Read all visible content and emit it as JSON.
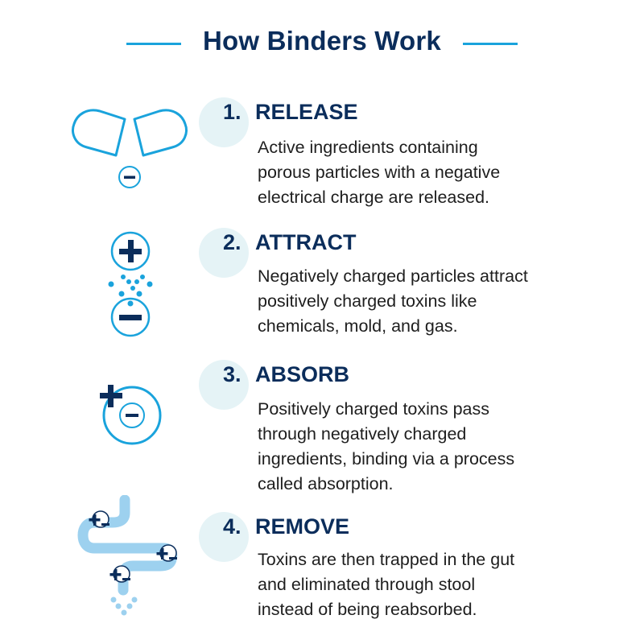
{
  "header": {
    "title": "How Binders Work",
    "accent_color": "#1aa3dc",
    "title_color": "#0b2d5b"
  },
  "steps": [
    {
      "number": "1.",
      "title": "RELEASE",
      "description": "Active ingredients containing\nporous particles with a negative\nelectrical charge are released.",
      "icon": "capsule-release-icon"
    },
    {
      "number": "2.",
      "title": "ATTRACT",
      "description": "Negatively charged particles attract\npositively charged toxins like\nchemicals, mold, and gas.",
      "icon": "charge-attract-icon"
    },
    {
      "number": "3.",
      "title": "ABSORB",
      "description": "Positively charged toxins pass\nthrough negatively charged\ningredients, binding via a process\ncalled absorption.",
      "icon": "charge-absorb-icon"
    },
    {
      "number": "4.",
      "title": "REMOVE",
      "description": "Toxins are then trapped in the gut\nand eliminated through stool\ninstead of being reabsorbed.",
      "icon": "intestine-remove-icon"
    }
  ],
  "colors": {
    "navy": "#0b2d5b",
    "bright_blue": "#1aa3dc",
    "light_blue": "#9dd1ef",
    "circle_bg": "#e5f3f6",
    "body_text": "#1e1e1e"
  }
}
